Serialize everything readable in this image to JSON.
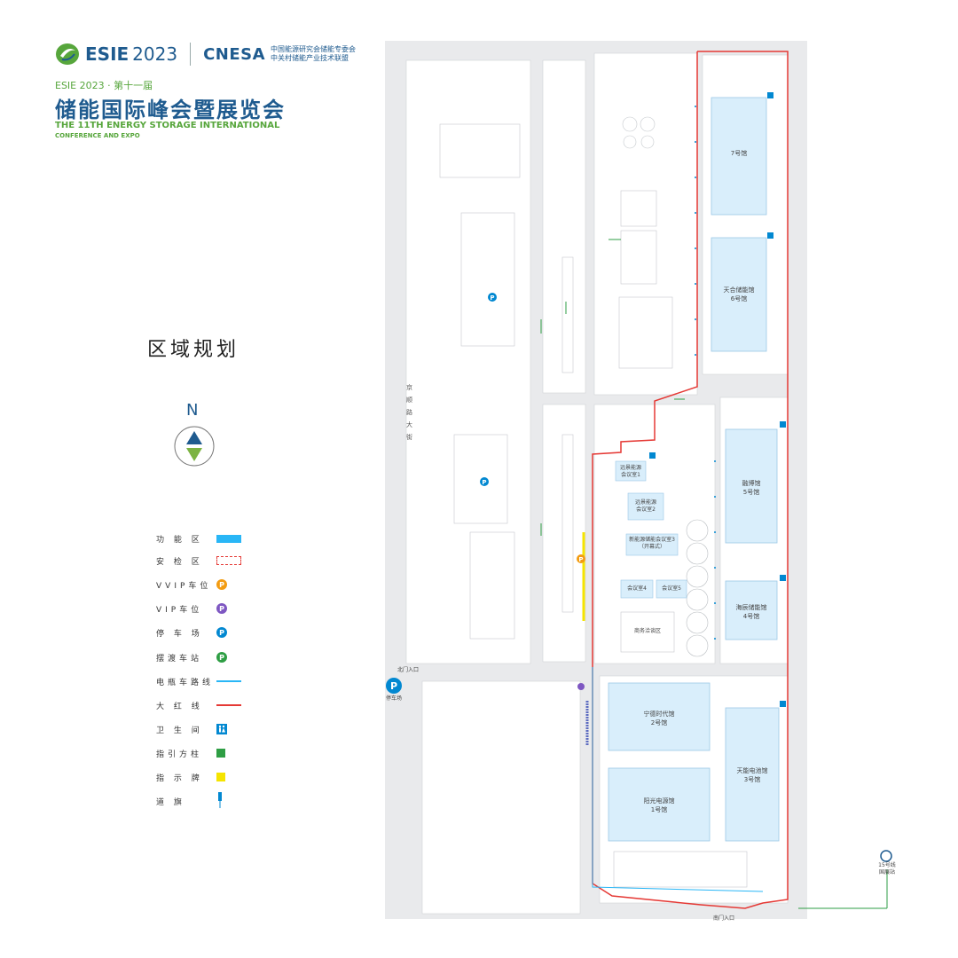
{
  "header": {
    "brand": "ESIE",
    "brand_year": "2023",
    "partner": "CNESA",
    "partner_sub_1": "中国能源研究会储能专委会",
    "partner_sub_2": "中关村储能产业技术联盟",
    "edition": "ESIE 2023 · 第十一届",
    "title_cn": "储能国际峰会暨展览会",
    "title_en_1": "THE 11TH ENERGY STORAGE INTERNATIONAL",
    "title_en_2": "CONFERENCE AND EXPO"
  },
  "section_title": "区域规划",
  "compass": {
    "label": "N"
  },
  "legend": [
    {
      "label": "功 能 区",
      "symbol": "function-area"
    },
    {
      "label": "安 检 区",
      "symbol": "security-area"
    },
    {
      "label": "VVIP车位",
      "symbol": "vvip-parking",
      "glyph": "P"
    },
    {
      "label": "VIP车位",
      "symbol": "vip-parking",
      "glyph": "P"
    },
    {
      "label": "停 车 场",
      "symbol": "parking",
      "glyph": "P"
    },
    {
      "label": "摆渡车站",
      "symbol": "shuttle-stop",
      "glyph": "P"
    },
    {
      "label": "电瓶车路线",
      "symbol": "cart-route"
    },
    {
      "label": "大 红 线",
      "symbol": "red-line"
    },
    {
      "label": "卫 生 间",
      "symbol": "restroom"
    },
    {
      "label": "指引方柱",
      "symbol": "guide-pillar"
    },
    {
      "label": "指 示 牌",
      "symbol": "sign-board"
    },
    {
      "label": "道 旗",
      "symbol": "flag"
    }
  ],
  "map": {
    "halls": [
      {
        "id": "hall-7n",
        "name": "7号馆"
      },
      {
        "id": "hall-6n",
        "name": "天合储能馆\n6号馆"
      },
      {
        "id": "hall-5",
        "name": "融博馆\n5号馆"
      },
      {
        "id": "hall-4",
        "name": "海辰储能馆\n4号馆"
      },
      {
        "id": "hall-2",
        "name": "宁德时代馆\n2号馆"
      },
      {
        "id": "hall-1",
        "name": "阳光电源馆\n1号馆"
      },
      {
        "id": "hall-3",
        "name": "天能电池馆\n3号馆"
      }
    ],
    "rooms": [
      {
        "id": "room-a",
        "name": "远景能源\n会议室1"
      },
      {
        "id": "room-b",
        "name": "远景能源\n会议室2"
      },
      {
        "id": "room-c",
        "name": "新能源储能会议室3\n（开幕式）"
      },
      {
        "id": "room-d",
        "name": "会议室4"
      },
      {
        "id": "room-e",
        "name": "会议室5"
      },
      {
        "id": "room-f",
        "name": "商务洽谈区"
      }
    ],
    "road_label": "京顺路大街",
    "parking_label": "停车场",
    "metro_label": "15号线\n国展站",
    "entrance_labels": [
      "北门入口",
      "南门入口"
    ]
  },
  "colors": {
    "brand_blue": "#1f5b8f",
    "brand_green": "#57a63c",
    "function_area": "#29b6f6",
    "red_line": "#e53935",
    "vvip": "#f39c12",
    "vip": "#7e57c2",
    "parking": "#0288d1",
    "shuttle": "#2e9e44",
    "cart_route": "#29b6f6",
    "restroom": "#0288d1",
    "guide_pillar": "#2e9e44",
    "sign_board": "#f5e400"
  }
}
